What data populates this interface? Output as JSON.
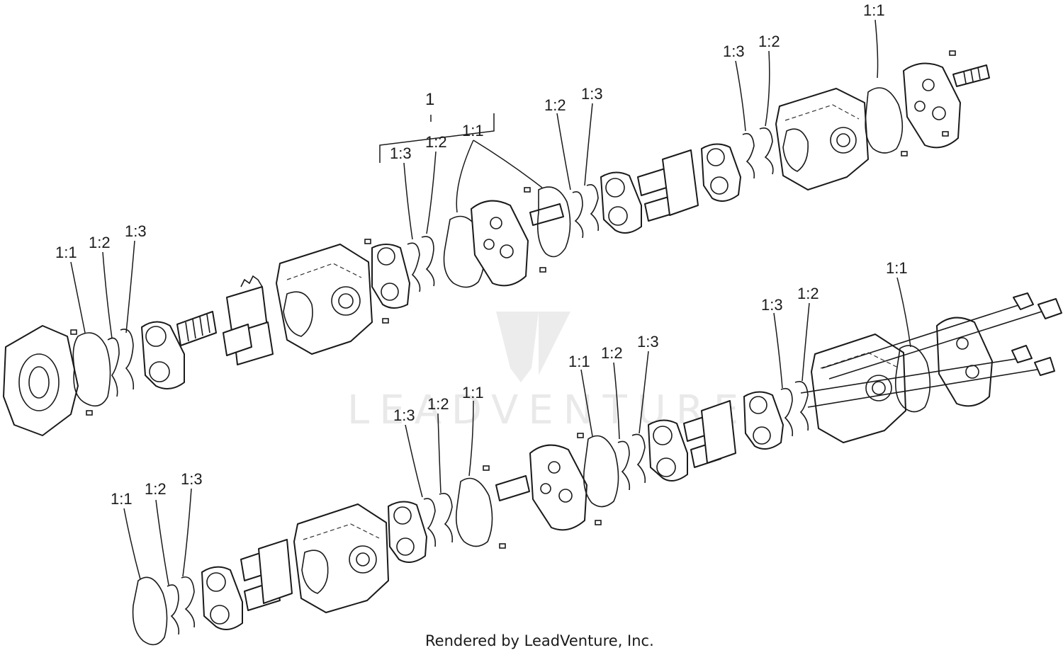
{
  "watermark": {
    "brand": "LEADVENTURE"
  },
  "credit": "Rendered by LeadVenture, Inc.",
  "group_label": "1",
  "callouts": [
    {
      "id": "a1",
      "text": "1:1"
    },
    {
      "id": "a2",
      "text": "1:2"
    },
    {
      "id": "a3",
      "text": "1:3"
    },
    {
      "id": "b3",
      "text": "1:3"
    },
    {
      "id": "b2",
      "text": "1:2"
    },
    {
      "id": "b1",
      "text": "1:1"
    },
    {
      "id": "c2",
      "text": "1:2"
    },
    {
      "id": "c3",
      "text": "1:3"
    },
    {
      "id": "d3",
      "text": "1:3"
    },
    {
      "id": "d2",
      "text": "1:2"
    },
    {
      "id": "d1",
      "text": "1:1"
    },
    {
      "id": "e1",
      "text": "1:1"
    },
    {
      "id": "e2",
      "text": "1:2"
    },
    {
      "id": "e3",
      "text": "1:3"
    },
    {
      "id": "f3",
      "text": "1:3"
    },
    {
      "id": "f2",
      "text": "1:2"
    },
    {
      "id": "f1",
      "text": "1:1"
    },
    {
      "id": "g1",
      "text": "1:1"
    },
    {
      "id": "g2",
      "text": "1:2"
    },
    {
      "id": "g3",
      "text": "1:3"
    },
    {
      "id": "h3",
      "text": "1:3"
    },
    {
      "id": "h2",
      "text": "1:2"
    },
    {
      "id": "h1",
      "text": "1:1"
    }
  ]
}
